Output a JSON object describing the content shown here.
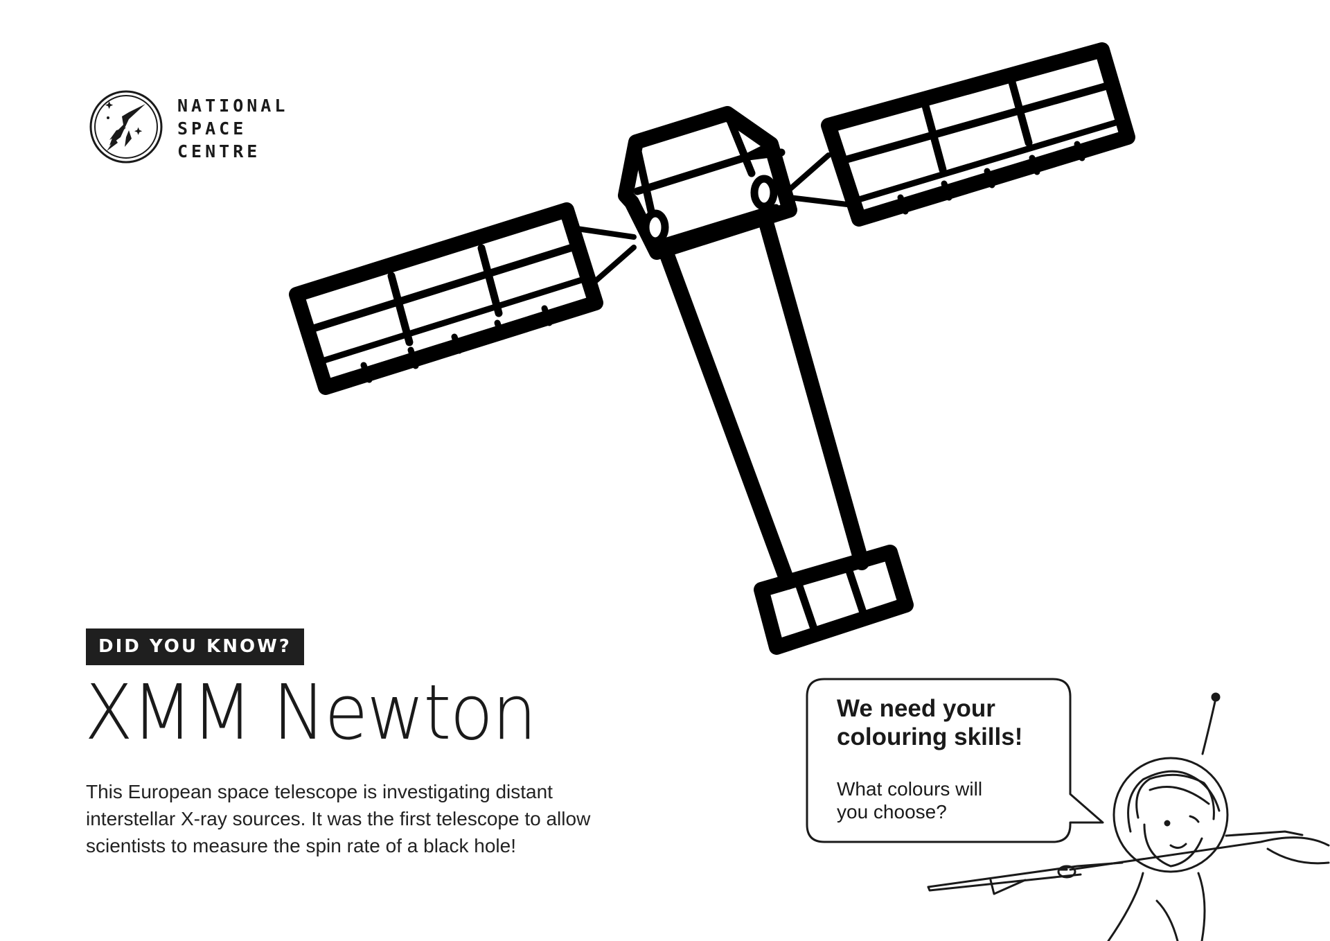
{
  "logo": {
    "line1": "NATIONAL",
    "line2": "SPACE",
    "line3": "CENTRE"
  },
  "badge": "DID YOU KNOW?",
  "title": "XMM Newton",
  "body": "This European space telescope is investigating distant interstellar X-ray sources. It was the first telescope to allow scientists to measure the spin rate of a black hole!",
  "bubble": {
    "heading": "We need your colouring skills!",
    "sub": "What colours will you choose?"
  },
  "icons": [
    "rocket-logo-icon",
    "satellite-illustration",
    "astronaut-illustration",
    "speech-bubble"
  ]
}
